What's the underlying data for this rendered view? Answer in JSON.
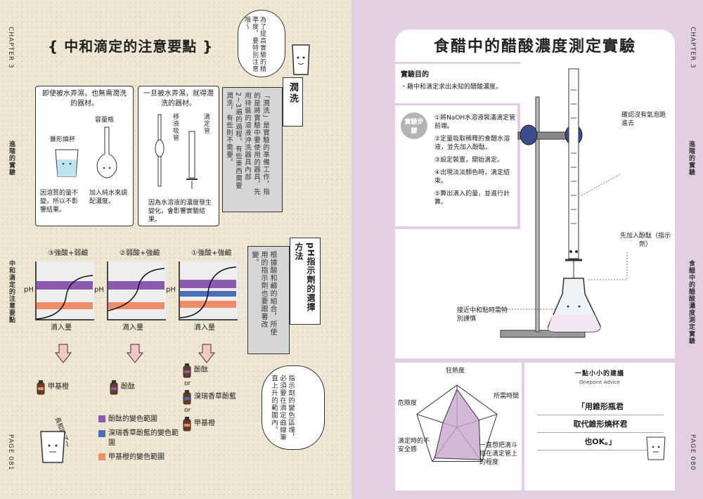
{
  "left_page": {
    "chapter": "CHAPTER 3",
    "side_section": "進階的實驗",
    "side_topic": "中和滴定的注意要點",
    "title": "中和滴定的注意要點",
    "speech_bubble": "為了提高實驗的精準度，要特別注意哦～",
    "page_number": "PAGE 081",
    "washing_section": {
      "left_heading": "即使被水弄濕，也無需潤洗的器材。",
      "flask_label": "容量瓶",
      "beaker_label": "錐形燒杯",
      "beaker_note": "因溶質的量不變，所以不影響結果。",
      "flask_note": "加入純水來調配濃度。",
      "right_heading": "一旦被水弄濕，就得潤洗的器材。",
      "pipette_label": "移液吸管",
      "burette_label": "滴定管",
      "right_note": "因為水溶液的濃度發生變化，會影響實驗結果。",
      "tag": "潤洗",
      "explain": "「潤洗」是實驗的準備工作，指的是將實驗中要使用的器具，先用待裝的溶液沖洗器具內部2~3遍的過程。有些東西需要潤洗，有些則不需要。"
    },
    "indicator_section": {
      "graphs": [
        {
          "title": "③強酸+弱鹼",
          "ylabel": "pH",
          "xlabel": "滴入量"
        },
        {
          "title": "②弱酸+強鹼",
          "ylabel": "pH",
          "xlabel": "滴入量"
        },
        {
          "title": "①強酸+強鹼",
          "ylabel": "pH",
          "xlabel": "滴入量"
        }
      ],
      "tag": "pH指示劑的選擇方法",
      "explain": "根據酸和鹼的組合，所使用的指示劑也要跟著改變。",
      "bottle_1": "甲基橙",
      "bottle_2": "酚酞",
      "bottle_3a": "酚酞",
      "or_1": "or",
      "bottle_3b": "溴瑞香草酚藍",
      "or_2": "or",
      "bottle_3c": "甲基橙",
      "legend": [
        {
          "label": "酚酞的變色範圍",
          "color": "#8a5bb0"
        },
        {
          "label": "溴瑞香草酚藍的變色範圍",
          "color": "#4e6db8"
        },
        {
          "label": "甲基橙的變色範圍",
          "color": "#f08c6a"
        }
      ],
      "bubble": "指示劑的變色區塊，必須要在滴定曲線筆直上升的範圍內。",
      "beaker_sigh": "長知識了～"
    }
  },
  "right_page": {
    "chapter": "CHAPTER 3",
    "side_section": "進階的實驗",
    "side_topic": "食醋中的醋酸濃度測定實驗",
    "title": "食醋中的醋酸濃度測定實驗",
    "purpose_heading": "實驗目的",
    "purpose_text": "・藉中和滴定求出未知的醋酸濃度。",
    "steps_badge": "實驗步驟",
    "steps": [
      "①將NaOH水溶液裝滿滴定管前端。",
      "②定量吸取稀釋的食醋水溶液，並先加入酚酞。",
      "③設定裝置，開始滴定。",
      "④出現淡淡顏色時，滴定結束。",
      "⑤算出滴入的量，並進行計算。"
    ],
    "callout_1": "確認沒有氣泡跑進去",
    "callout_2": "先加入酚酞（指示劑）",
    "callout_3": "接近中和點時需特別謹慎",
    "radar": {
      "labels": [
        "狂熱度",
        "所需時間",
        "一直想把滴斗插在滴定管上的程度",
        "滴定時的不安全感",
        "危險度"
      ],
      "values": [
        0.9,
        0.55,
        0.95,
        0.9,
        0.35
      ],
      "color": "#c9a6cd"
    },
    "advice_heading_cn": "一點小小的建議",
    "advice_heading_en": "Onepoint Advice",
    "advice_lines": [
      "「用錐形瓶君",
      "取代錐形燒杯君",
      "也OK。」"
    ],
    "page_number": "PAGE 080"
  }
}
